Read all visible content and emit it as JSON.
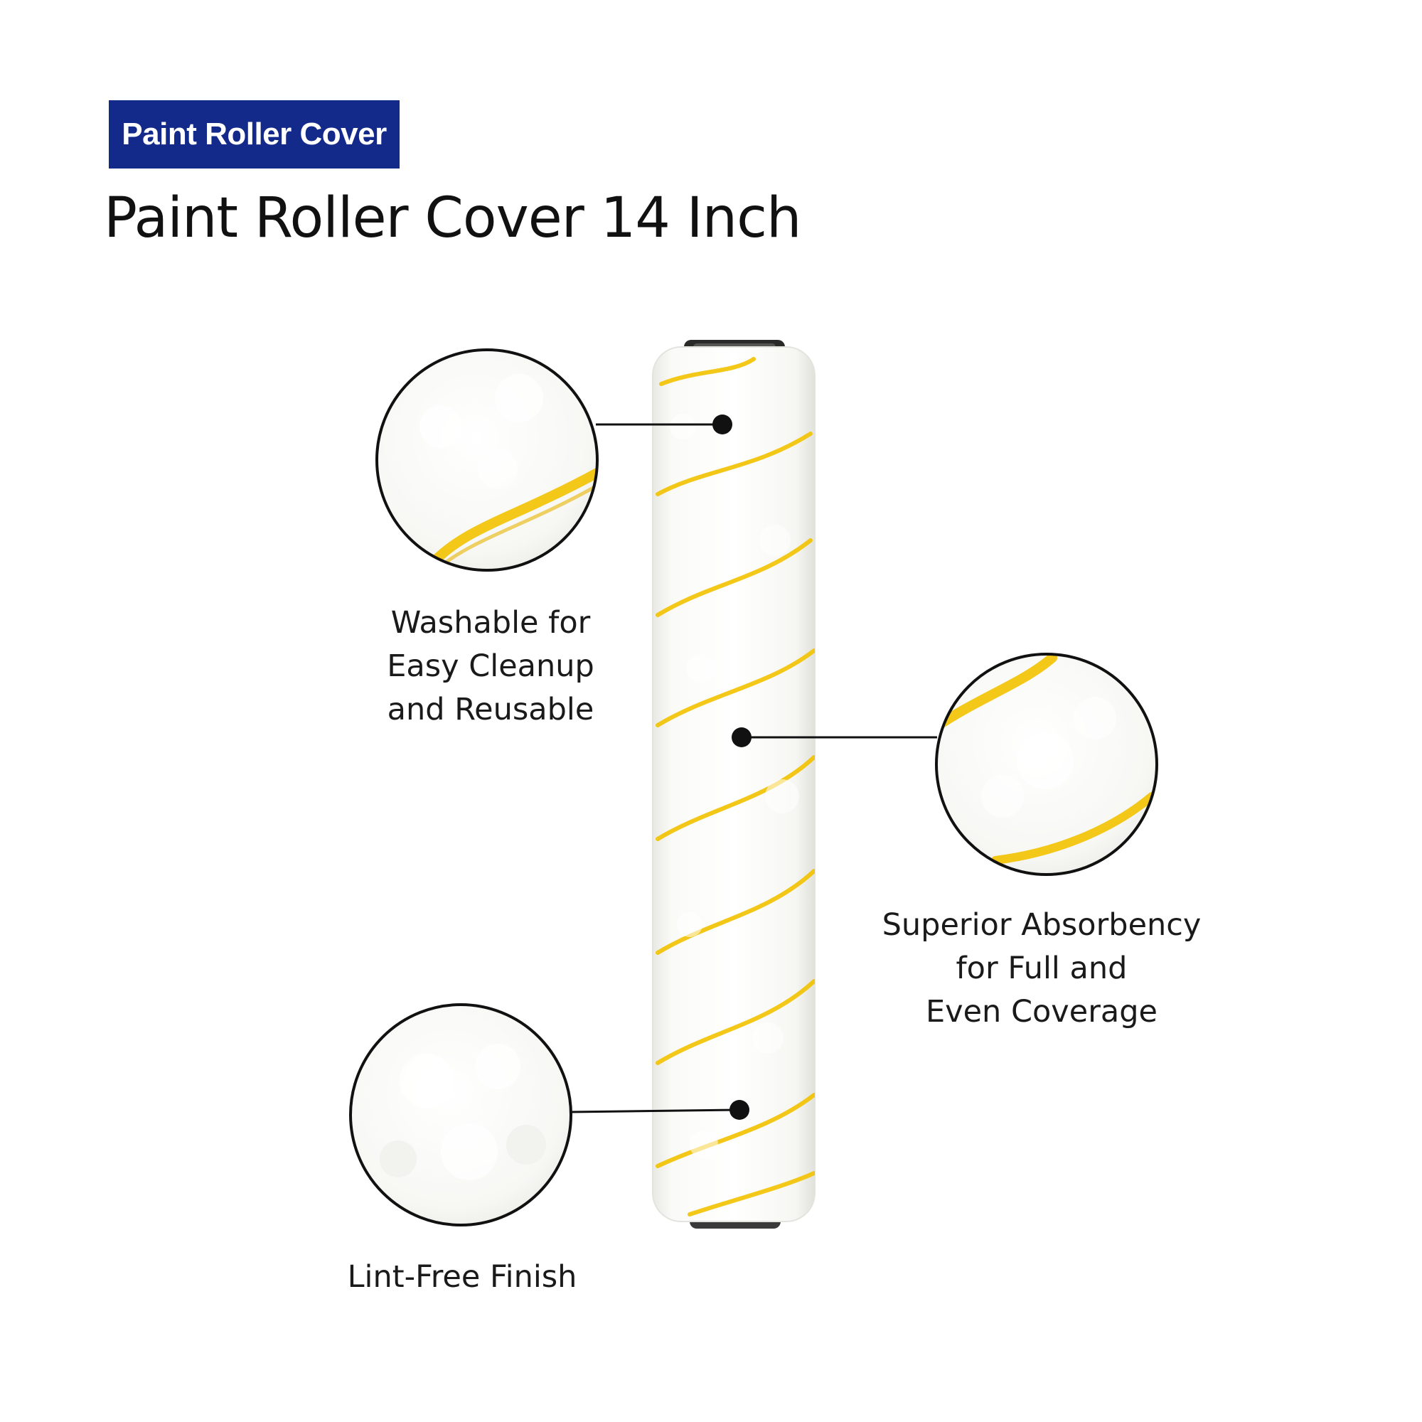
{
  "badge": {
    "label": "Paint Roller Cover",
    "color": "#142a8a"
  },
  "title": "Paint Roller Cover 14 Inch",
  "features": [
    {
      "lines": [
        "Washable for",
        "Easy Cleanup",
        "and Reusable"
      ]
    },
    {
      "lines": [
        "Superior Absorbency",
        "for Full and",
        "Even Coverage"
      ]
    },
    {
      "lines": [
        "Lint-Free Finish"
      ]
    }
  ],
  "colors": {
    "stripe": "#f2c200",
    "fabric": "#fbfbf8",
    "core": "#2a2a2a"
  }
}
